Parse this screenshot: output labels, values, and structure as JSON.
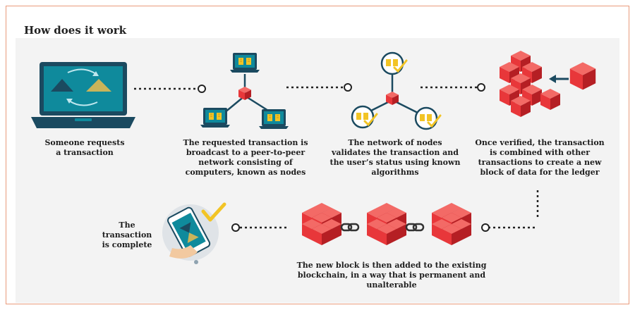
{
  "heading": "How does it work",
  "steps": [
    {
      "caption": [
        "Someone requests",
        "a transaction"
      ]
    },
    {
      "caption": [
        "The requested transaction is",
        "broadcast to a peer-to-peer",
        "network consisting of",
        "computers, known as nodes"
      ]
    },
    {
      "caption": [
        "The network of nodes",
        "validates the transaction and",
        "the user’s status using known",
        "algorithms"
      ]
    },
    {
      "caption": [
        "Once verified, the transaction",
        "is combined with other",
        "transactions to create a new",
        "block of data for the ledger"
      ]
    },
    {
      "caption": [
        "The new block is then added to the existing",
        "blockchain, in a way that is permanent and",
        "unalterable"
      ]
    },
    {
      "caption": [
        "The",
        "transaction",
        "is complete"
      ]
    }
  ],
  "colors": {
    "block_red": "#e8373a",
    "block_dark": "#b51f24",
    "block_light": "#f36a66",
    "screen_teal": "#0f8a9c",
    "laptop_navy": "#1b4a60",
    "check_yellow": "#f2c425",
    "frame_border": "#e99a7a"
  }
}
